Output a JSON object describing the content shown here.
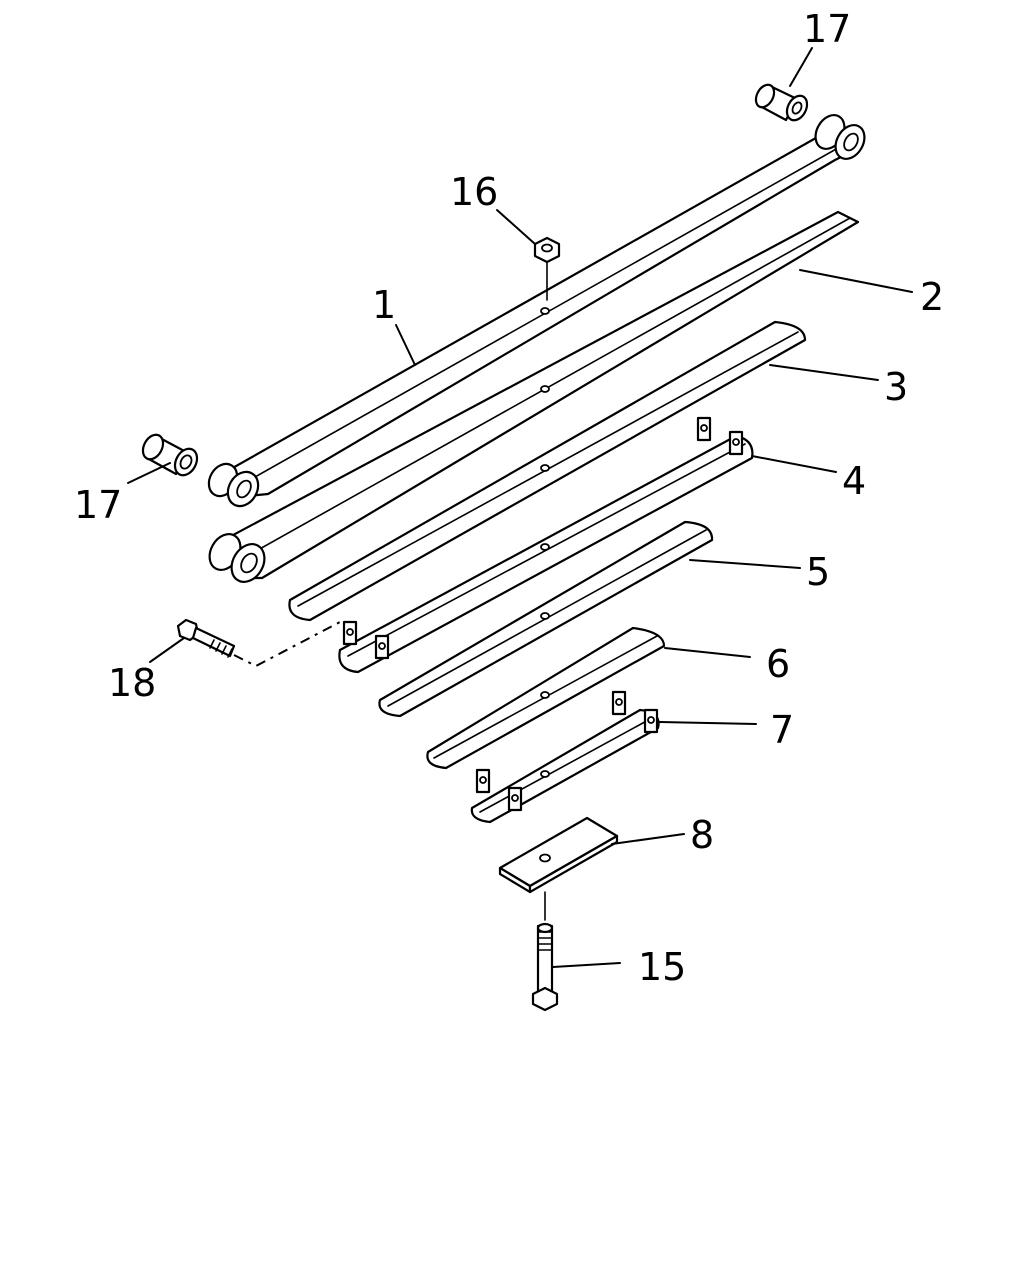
{
  "callouts": {
    "c1": "1",
    "c2": "2",
    "c3": "3",
    "c4": "4",
    "c5": "5",
    "c6": "6",
    "c7": "7",
    "c8": "8",
    "c15": "15",
    "c16": "16",
    "c17_top": "17",
    "c17_left": "17",
    "c18": "18"
  },
  "colors": {
    "line": "#000000",
    "background": "#ffffff"
  }
}
